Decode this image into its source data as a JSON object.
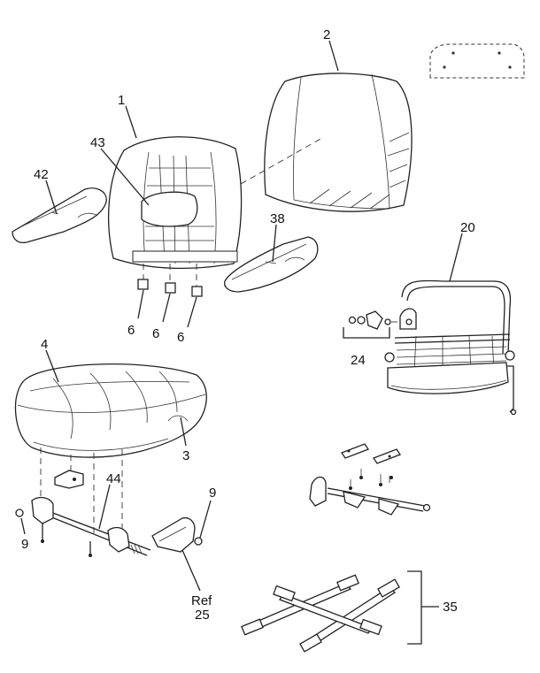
{
  "callouts": {
    "c1": "1",
    "c2": "2",
    "c3": "3",
    "c4": "4",
    "c6a": "6",
    "c6b": "6",
    "c6c": "6",
    "c9a": "9",
    "c9b": "9",
    "c20": "20",
    "c24": "24",
    "c35": "35",
    "c38": "38",
    "c42": "42",
    "c43": "43",
    "c44": "44",
    "ref_line1": "Ref",
    "ref_line2": "25"
  }
}
